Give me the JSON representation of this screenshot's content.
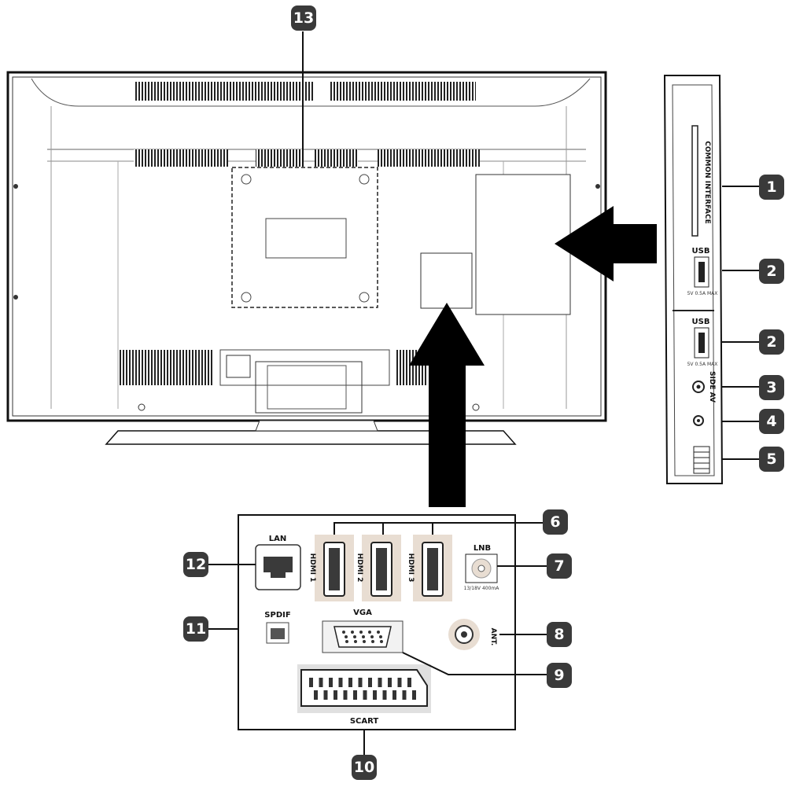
{
  "callouts": [
    {
      "id": "c1",
      "number": "1"
    },
    {
      "id": "c2a",
      "number": "2"
    },
    {
      "id": "c2b",
      "number": "2"
    },
    {
      "id": "c3",
      "number": "3"
    },
    {
      "id": "c4",
      "number": "4"
    },
    {
      "id": "c5",
      "number": "5"
    },
    {
      "id": "c6",
      "number": "6"
    },
    {
      "id": "c7",
      "number": "7"
    },
    {
      "id": "c8",
      "number": "8"
    },
    {
      "id": "c9",
      "number": "9"
    },
    {
      "id": "c10",
      "number": "10"
    },
    {
      "id": "c11",
      "number": "11"
    },
    {
      "id": "c12",
      "number": "12"
    },
    {
      "id": "c13",
      "number": "13"
    }
  ],
  "side_panel": {
    "usb_top": "USB",
    "usb_bottom": "USB",
    "usb_spec": "5V 0.5A MAX",
    "sidecav": "SIDE AV",
    "common_interface": "COMMON INTERFACE"
  },
  "connectors": {
    "lan": "LAN",
    "hdmi1": "HDMI 1",
    "hdmi2": "HDMI 2",
    "hdmi3": "HDMI 3",
    "lnb": "LNB",
    "lnb_spec": "13/18V 400mA",
    "spdif": "SPDIF",
    "vga": "VGA",
    "ant": "ANT.",
    "scart": "SCART"
  },
  "colors": {
    "badge": "#3a3a3a",
    "arrow": "#000000",
    "port_bg": "#e8ddd2"
  }
}
